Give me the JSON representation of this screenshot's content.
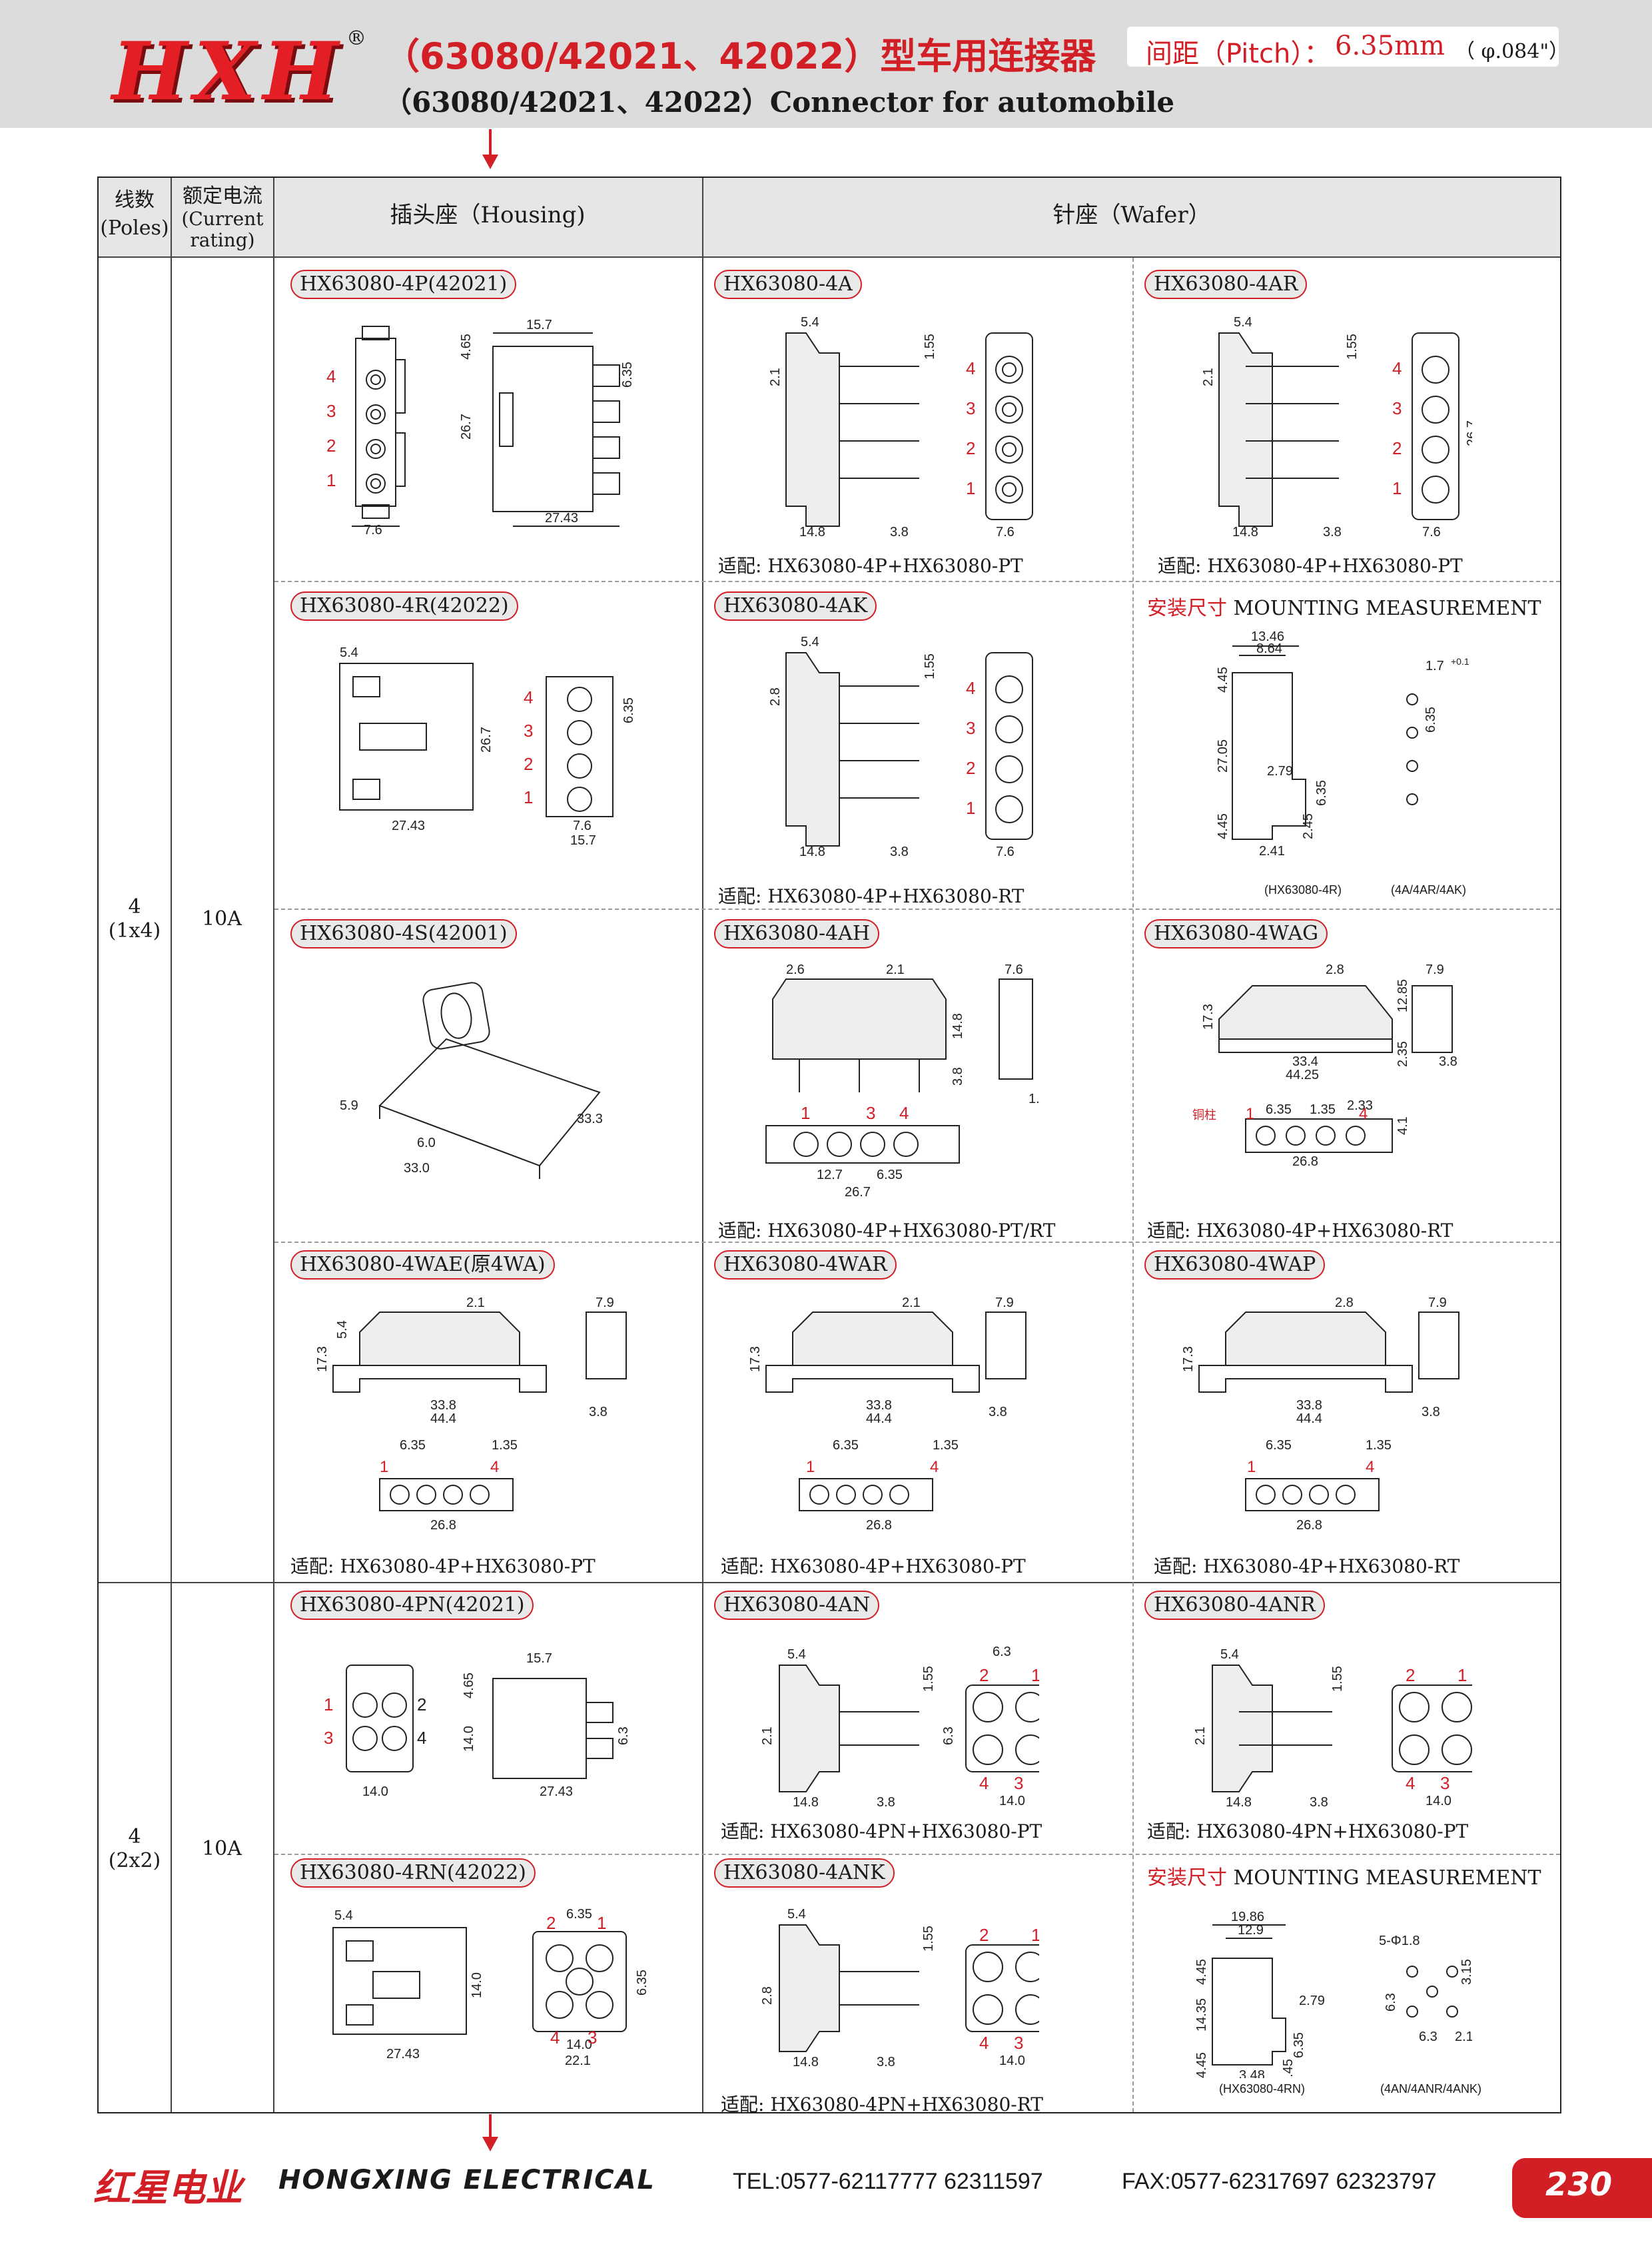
{
  "header": {
    "logo": "HXH",
    "registered": "®",
    "title_cn": "（63080/42021、42022）型车用连接器",
    "title_en": "（63080/42021、42022）Connector for automobile",
    "pitch_label": "间距（Pitch）：",
    "pitch_value": "6.35mm",
    "pitch_inch": "（ φ.084\"）"
  },
  "table": {
    "col_poles_cn": "线数",
    "col_poles_en": "(Poles)",
    "col_current_cn": "额定电流",
    "col_current_en": "(Current rating)",
    "col_housing": "插头座（Housing)",
    "col_wafer": "针座（Wafer）",
    "group1": {
      "poles": "4",
      "arrangement": "(1x4)",
      "current": "10A"
    },
    "group2": {
      "poles": "4",
      "arrangement": "(2x2)",
      "current": "10A"
    },
    "cells": [
      {
        "model": "HX63080-4P(42021)"
      },
      {
        "model": "HX63080-4A",
        "compat": "适配:    HX63080-4P+HX63080-PT"
      },
      {
        "model": "HX63080-4AR",
        "compat": "适配:    HX63080-4P+HX63080-PT"
      },
      {
        "model": "HX63080-4R(42022)"
      },
      {
        "model": "HX63080-4AK",
        "compat": "适配:    HX63080-4P+HX63080-RT"
      },
      {
        "mount_cn": "安装尺寸",
        "mount_en": "MOUNTING MEASUREMENT",
        "caption_left": "(HX63080-4R)",
        "caption_right": "(4A/4AR/4AK)"
      },
      {
        "model": "HX63080-4S(42001)"
      },
      {
        "model": "HX63080-4AH",
        "compat": "适配:    HX63080-4P+HX63080-PT/RT"
      },
      {
        "model": "HX63080-4WAG",
        "compat": "适配:    HX63080-4P+HX63080-RT"
      },
      {
        "model": "HX63080-4WAE(原4WA)",
        "compat": "适配:    HX63080-4P+HX63080-PT"
      },
      {
        "model": "HX63080-4WAR",
        "compat": "适配:    HX63080-4P+HX63080-PT"
      },
      {
        "model": "HX63080-4WAP",
        "compat": "适配:    HX63080-4P+HX63080-RT"
      },
      {
        "model": "HX63080-4PN(42021)"
      },
      {
        "model": "HX63080-4AN",
        "compat": "适配:    HX63080-4PN+HX63080-PT"
      },
      {
        "model": "HX63080-4ANR",
        "compat": "适配:    HX63080-4PN+HX63080-PT"
      },
      {
        "model": "HX63080-4RN(42022)"
      },
      {
        "model": "HX63080-4ANK",
        "compat": "适配:    HX63080-4PN+HX63080-RT"
      },
      {
        "mount_cn": "安装尺寸",
        "mount_en": "MOUNTING MEASUREMENT",
        "caption_left": "(HX63080-4RN)",
        "caption_right": "(4AN/4ANR/4ANK)"
      }
    ]
  },
  "dims": {
    "d_15_7": "15.7",
    "d_4_65": "4.65",
    "d_6_35": "6.35",
    "d_26_7": "26.7",
    "d_7_6": "7.6",
    "d_27_43": "27.43",
    "d_5_4": "5.4",
    "d_1_55": "1.55",
    "d_2_1": "2.1",
    "d_2_8": "2.8",
    "d_14_8": "14.8",
    "d_3_8": "3.8",
    "d_13_46": "13.46",
    "d_8_64": "8.64",
    "d_1_7": "1.7",
    "d_27_05": "27.05",
    "d_4_45": "4.45",
    "d_2_79": "2.79",
    "d_2_45": "2.45",
    "d_2_41": "2.41",
    "d_5_9": "5.9",
    "d_6_0": "6.0",
    "d_33_0": "33.0",
    "d_33_3": "33.3",
    "d_2_6": "2.6",
    "d_12_7": "12.7",
    "d_7_9": "7.9",
    "d_17_3": "17.3",
    "d_12_85": "12.85",
    "d_33_4": "33.4",
    "d_44_25": "44.25",
    "d_2_35": "2.35",
    "d_1_35": "1.35",
    "d_2_33": "2.33",
    "d_4_1": "4.1",
    "d_26_8": "26.8",
    "d_33_8": "33.8",
    "d_44_4": "44.4",
    "d_14_0": "14.0",
    "d_6_3": "6.3",
    "d_22_1": "22.1",
    "d_19_86": "19.86",
    "d_12_9": "12.9",
    "d_14_35": "14.35",
    "d_3_48": "3.48",
    "d_5phi": "5-Φ1.8",
    "d_3_15": "3.15",
    "copper": "铜柱",
    "tol": "+0.1"
  },
  "footer": {
    "brand_cn": "红星电业",
    "brand_en": "HONGXING ELECTRICAL",
    "tel": "TEL:0577-62117777   62311597",
    "fax": "FAX:0577-62317697   62323797",
    "page": "230"
  },
  "colors": {
    "accent": "#d21f26",
    "header_bg": "#dcdcdc"
  }
}
